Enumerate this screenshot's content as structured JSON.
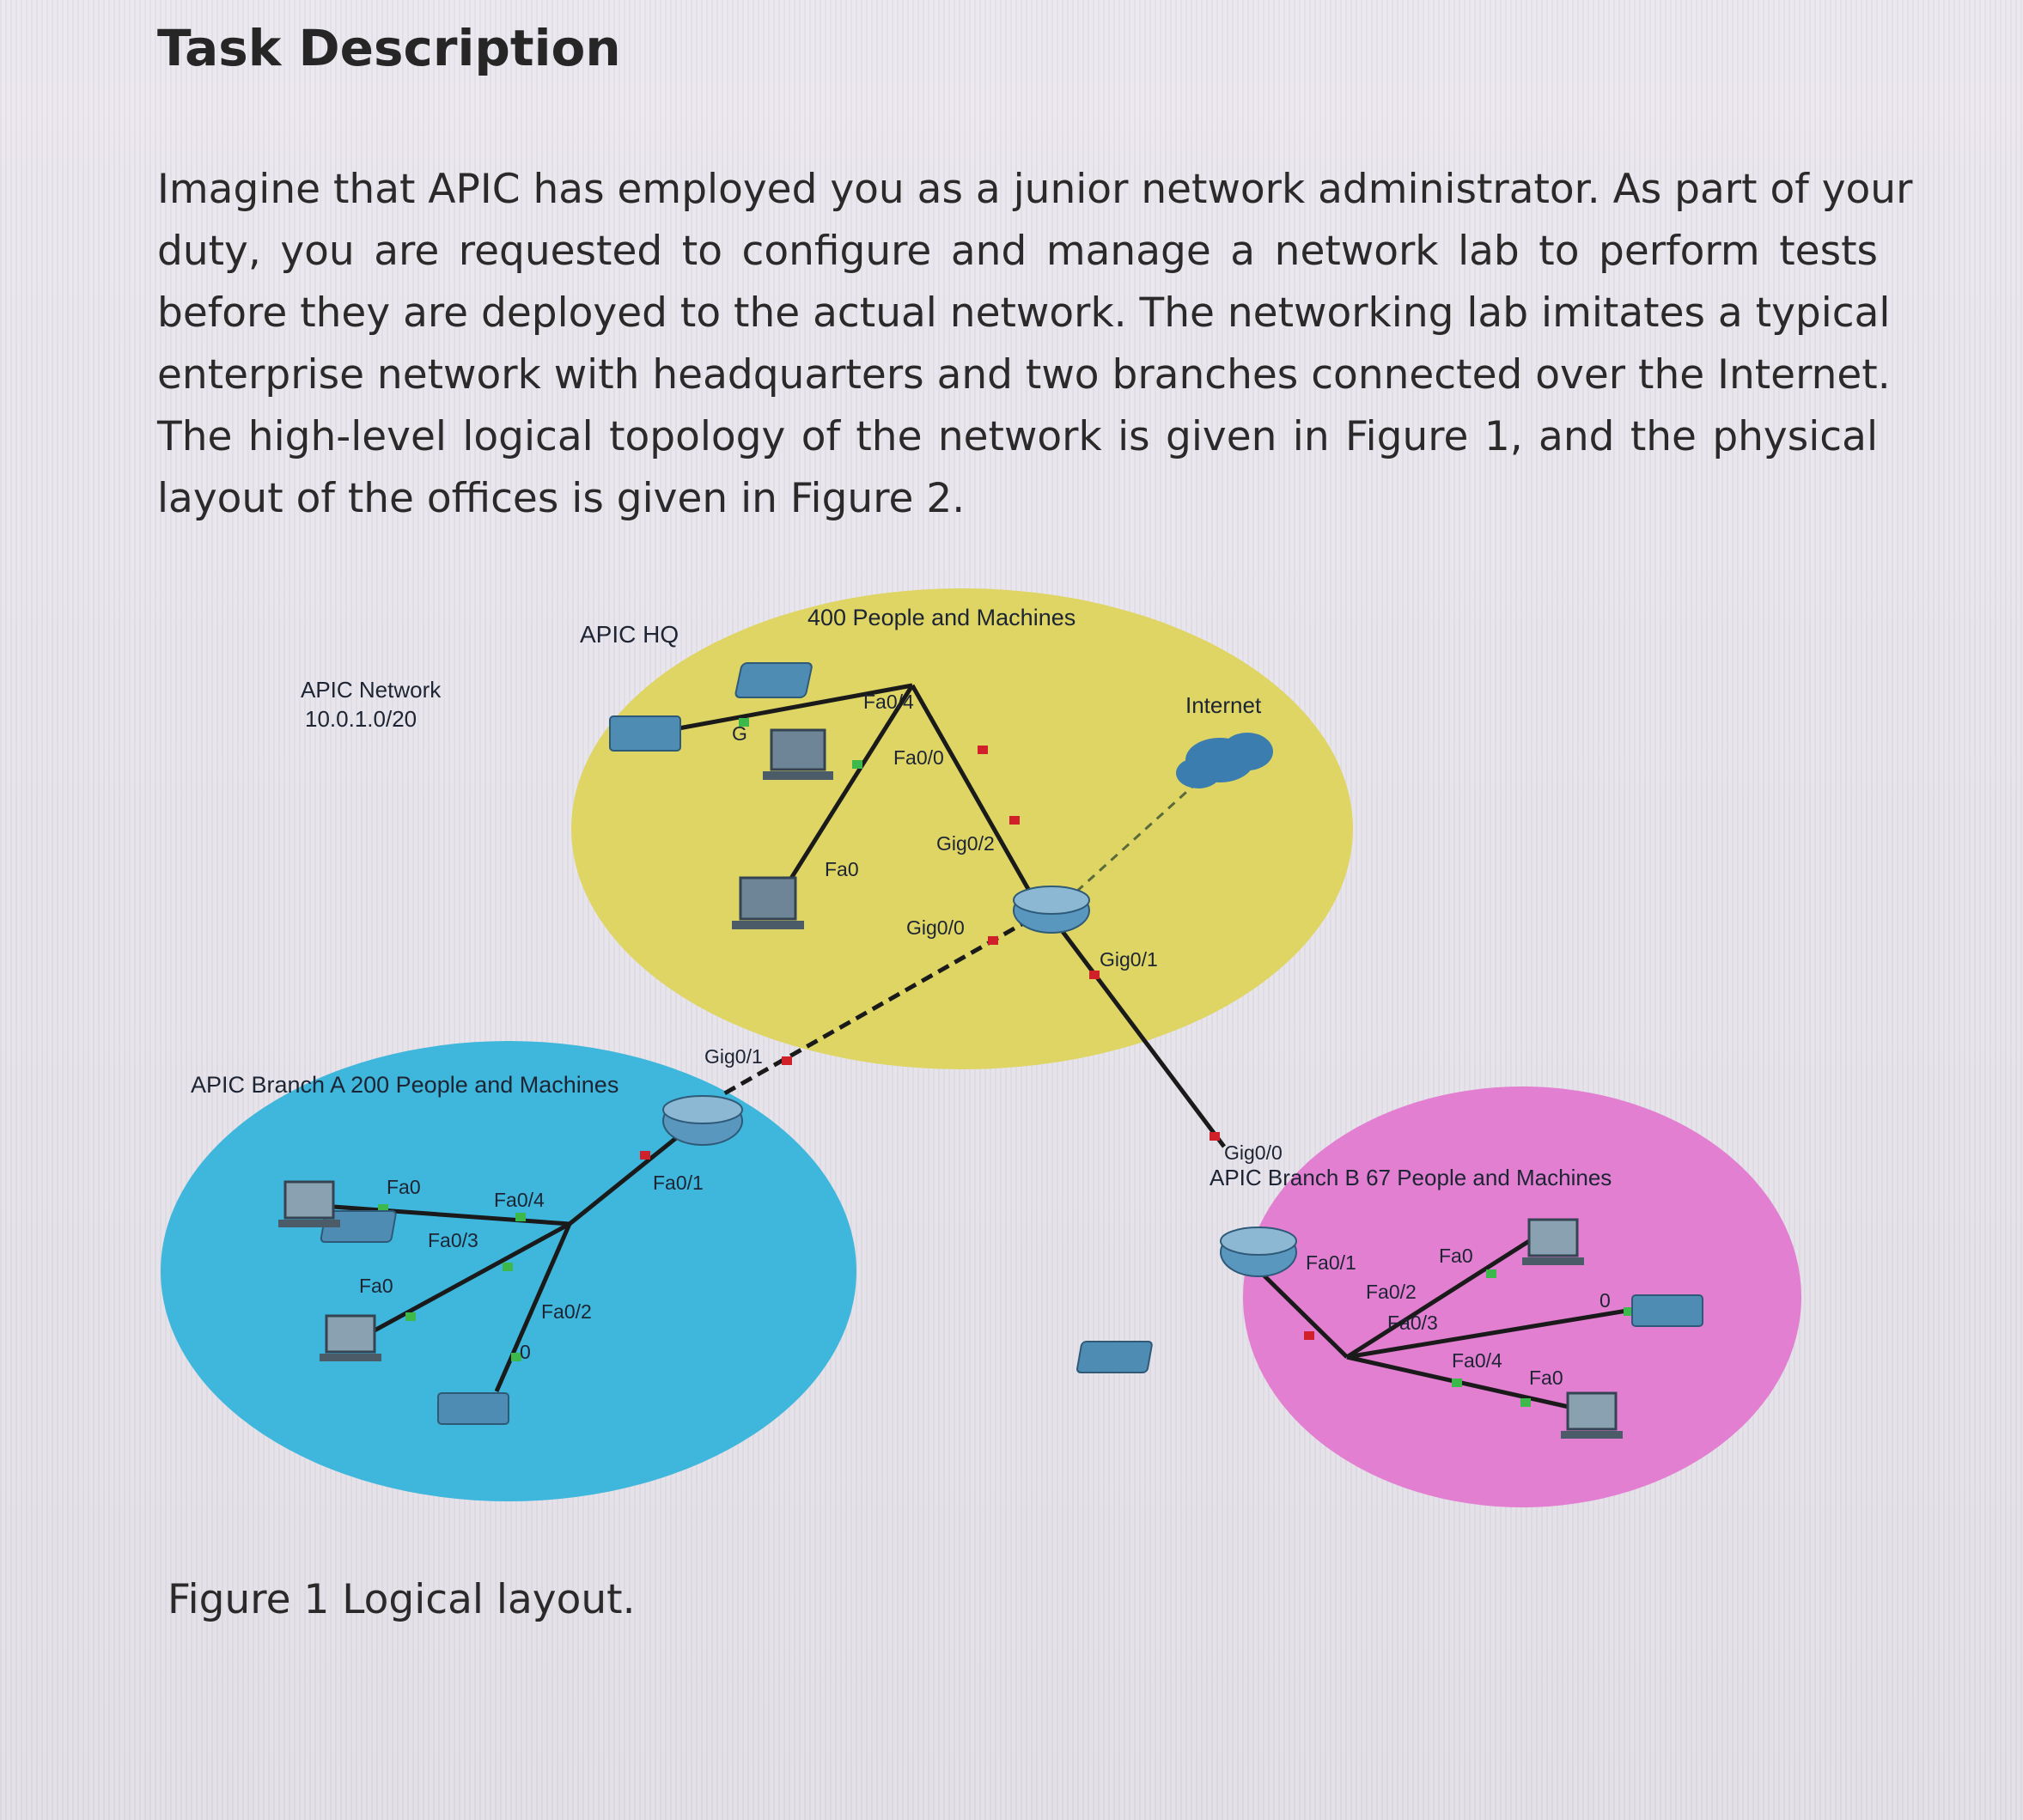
{
  "title": "Task Description",
  "paragraph": [
    "Imagine that APIC has employed you as a junior network administrator. As part of your",
    "duty, you are requested to configure and manage a network lab to perform tests",
    "before they are deployed to the actual network. The networking lab imitates a typical",
    "enterprise network with headquarters and two branches connected over the Internet.",
    "The high-level logical topology of the network is given in Figure 1, and the physical",
    "layout of the offices is given in Figure 2."
  ],
  "diagram": {
    "network_label_1": "APIC Network",
    "network_label_2": "10.0.1.0/20",
    "hq_title": "APIC HQ",
    "hq_subtitle": "400 People and Machines",
    "internet_label": "Internet",
    "branch_a_title": "APIC Branch A 200 People and Machines",
    "branch_b_title": "APIC Branch B 67 People and Machines",
    "ports": {
      "hq_fa04": "Fa0/4",
      "hq_fa00": "Fa0/0",
      "hq_fa0": "Fa0",
      "hq_g": "G",
      "hq_gig02": "Gig0/2",
      "hq_gig00": "Gig0/0",
      "hq_gig01": "Gig0/1",
      "a_gig01": "Gig0/1",
      "a_fa01": "Fa0/1",
      "a_fa04": "Fa0/4",
      "a_fa0_top": "Fa0",
      "a_fa03": "Fa0/3",
      "a_fa0_left": "Fa0",
      "a_fa02": "Fa0/2",
      "a_zero": "0",
      "b_gig00": "Gig0/0",
      "b_fa01": "Fa0/1",
      "b_fa0_top": "Fa0",
      "b_fa02": "Fa0/2",
      "b_fa03": "Fa0/3",
      "b_fa04": "Fa0/4",
      "b_fa0_bottom": "Fa0",
      "b_zero": "0"
    }
  },
  "caption": "Figure 1 Logical layout.",
  "colors": {
    "hq_zone": "#ded564",
    "branch_a_zone": "#3fb6dc",
    "branch_b_zone": "#e27fd1",
    "device": "#4f8cb4",
    "link": "#1a1a1a",
    "serial_link_marker": "#d0202a",
    "port_marker": "#3db84a"
  }
}
